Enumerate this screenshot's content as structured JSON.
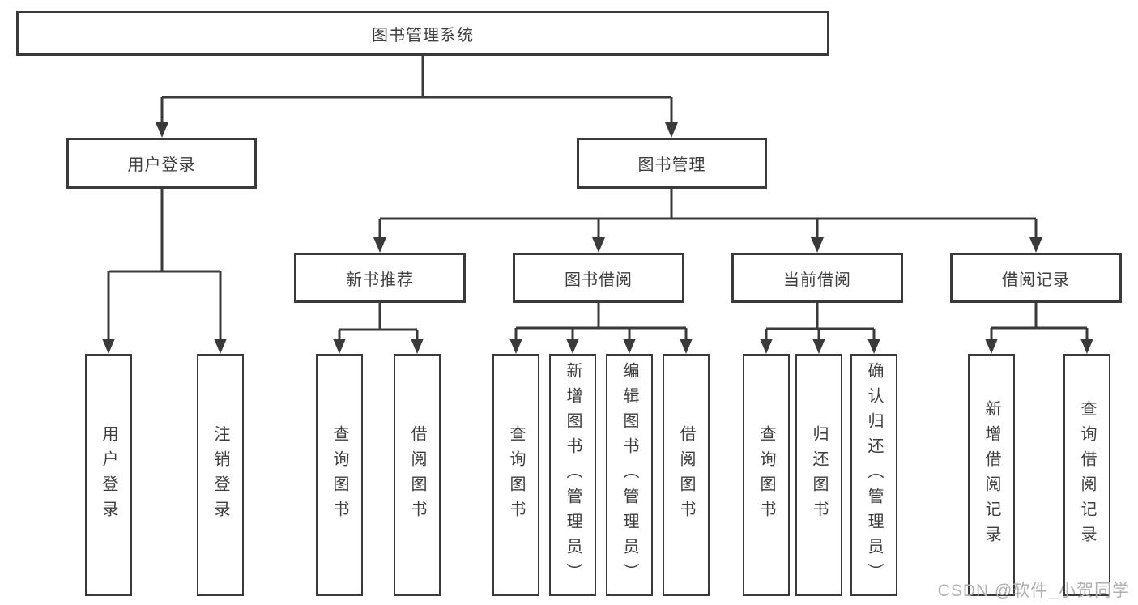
{
  "diagram": {
    "root": {
      "label": "图书管理系统"
    },
    "level2": [
      {
        "id": "user-login",
        "label": "用户登录"
      },
      {
        "id": "book-management",
        "label": "图书管理"
      }
    ],
    "level3": [
      {
        "id": "new-book-recommendation",
        "label": "新书推荐"
      },
      {
        "id": "book-borrowing",
        "label": "图书借阅"
      },
      {
        "id": "current-borrowing",
        "label": "当前借阅"
      },
      {
        "id": "borrowing-records",
        "label": "借阅记录"
      }
    ],
    "leaves": [
      {
        "id": "user-login",
        "parent": "用户登录",
        "label": "用户登录"
      },
      {
        "id": "logout",
        "parent": "用户登录",
        "label": "注销登录"
      },
      {
        "id": "query-books",
        "parent": "新书推荐",
        "label": "查询图书"
      },
      {
        "id": "borrow-books",
        "parent": "新书推荐",
        "label": "借阅图书"
      },
      {
        "id": "query-books",
        "parent": "图书借阅",
        "label": "查询图书"
      },
      {
        "id": "add-book-admin",
        "parent": "图书借阅",
        "label": "新增图书（管理员）"
      },
      {
        "id": "edit-book-admin",
        "parent": "图书借阅",
        "label": "编辑图书（管理员）"
      },
      {
        "id": "borrow-books",
        "parent": "图书借阅",
        "label": "借阅图书"
      },
      {
        "id": "query-books",
        "parent": "当前借阅",
        "label": "查询图书"
      },
      {
        "id": "return-books",
        "parent": "当前借阅",
        "label": "归还图书"
      },
      {
        "id": "confirm-return-admin",
        "parent": "当前借阅",
        "label": "确认归还（管理员）"
      },
      {
        "id": "add-borrow-record",
        "parent": "借阅记录",
        "label": "新增借阅记录"
      },
      {
        "id": "query-borrow-record",
        "parent": "借阅记录",
        "label": "查询借阅记录"
      }
    ]
  },
  "watermark": {
    "text": "CSDN @软件_小贺同学"
  },
  "colors": {
    "line": "#3a3a3a",
    "node_border": "#3a3a3a",
    "node_text": "#3e3e3e",
    "watermark_text": "#b0b0b0",
    "background": "#ffffff"
  }
}
